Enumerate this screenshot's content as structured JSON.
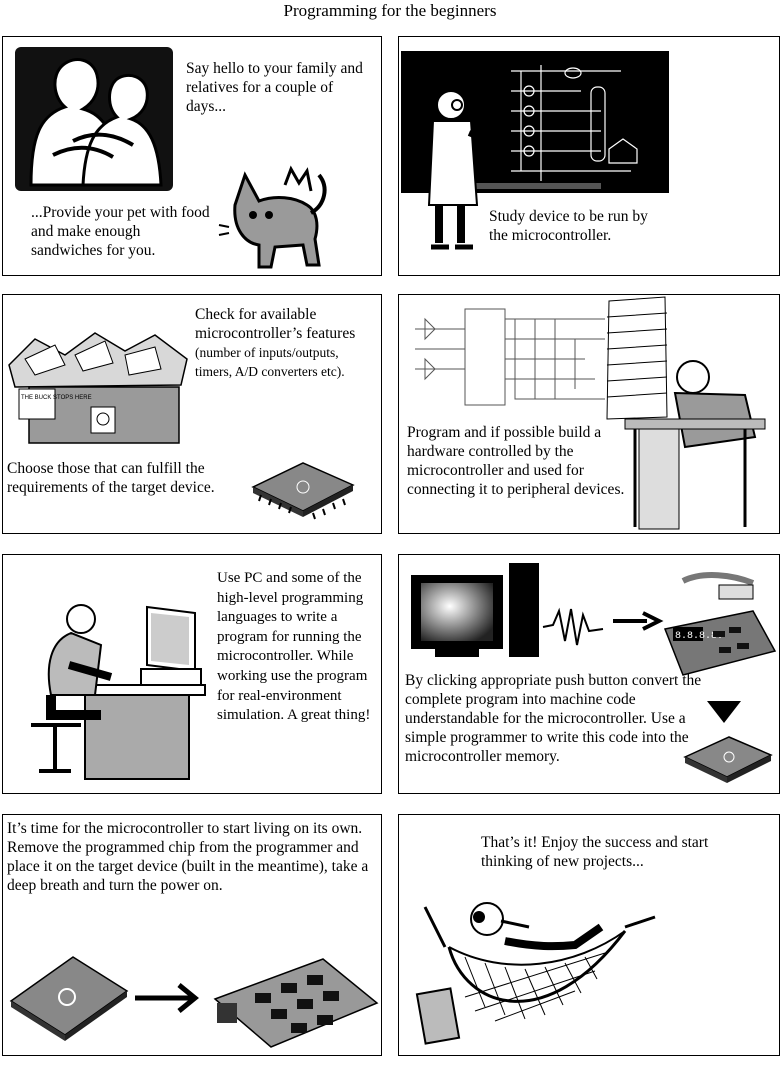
{
  "title": "Programming for the beginners",
  "panels": [
    {
      "p1": "Say hello to your family and relatives for a couple of days...",
      "p2": "...Provide your pet with food and make enough sandwiches for you."
    },
    {
      "p1": "Study device to be run by the microcontroller."
    },
    {
      "p1a": "Check for available microcontroller’s features",
      "p1b": "(number of inputs/outputs, timers, A/D converters etc).",
      "p2": "Choose those that can fulfill  the requirements of the target device.",
      "sign": "THE BUCK STOPS HERE"
    },
    {
      "p1": "Program and if possible build a hardware controlled by the microcontroller and used for connecting it to peripheral devices."
    },
    {
      "p1": "Use PC and some of the high-level programming languages to write a program for running the microcontroller. While working use the program for real-environment simulation. A great thing!"
    },
    {
      "p1": "By clicking appropriate push button convert the complete program into machine code understandable for the microcontroller. Use a simple programmer to write this code into the microcontroller memory.",
      "display": "8.8.8.8."
    },
    {
      "p1": "It’s time for  the microcontroller to start living on its own. Remove the programmed chip from the programmer and place it on the target device (built in the meantime), take a deep breath and turn the power on."
    },
    {
      "p1": "That’s it! Enjoy the success and start thinking of new projects..."
    }
  ]
}
